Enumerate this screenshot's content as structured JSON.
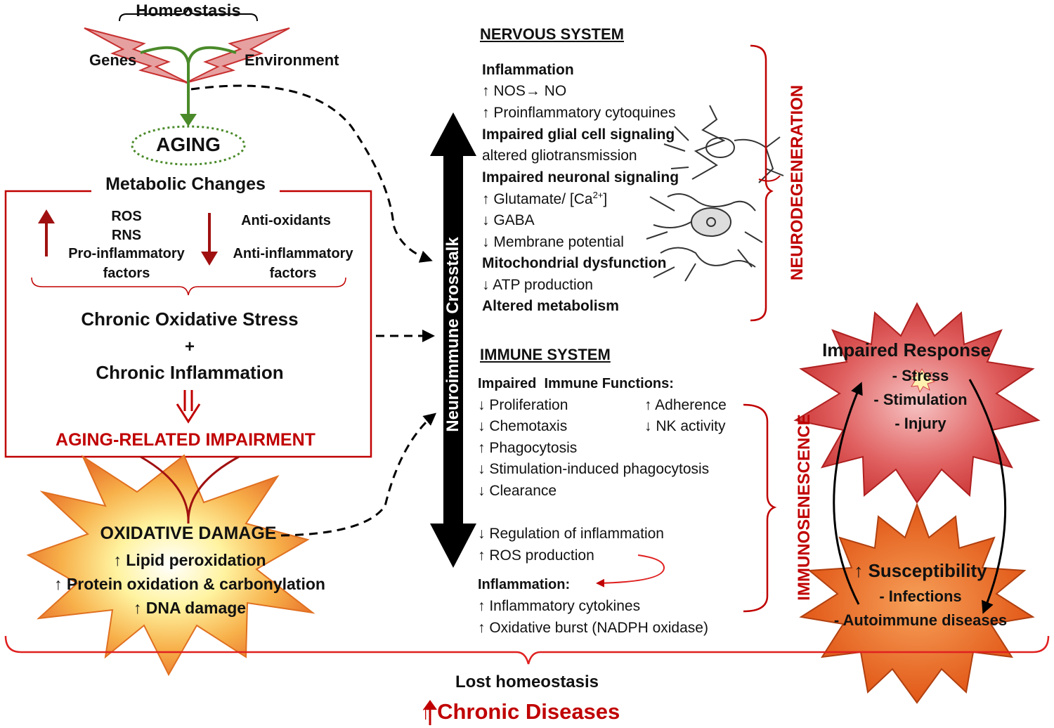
{
  "colors": {
    "accent_red": "#c00000",
    "green": "#4a8a2a",
    "starburst_orange": "#f08030",
    "star_red": "#d94c4c",
    "star_deep_orange": "#e55a1a",
    "black": "#000000"
  },
  "homeostasis": {
    "title": "Homeostasis",
    "genes": "Genes",
    "environment": "Environment",
    "aging": "AGING"
  },
  "metabolic": {
    "title": "Metabolic Changes",
    "up_items": [
      "ROS",
      "RNS",
      "Pro-inflammatory",
      "factors"
    ],
    "down_items": [
      "Anti-oxidants",
      "Anti-inflammatory",
      "factors"
    ],
    "stress": "Chronic Oxidative Stress",
    "plus": "+",
    "inflammation": "Chronic Inflammation",
    "impairment": "AGING-RELATED IMPAIRMENT"
  },
  "oxidative": {
    "title": "OXIDATIVE DAMAGE",
    "items": [
      "↑ Lipid peroxidation",
      "↑ Protein oxidation & carbonylation",
      "↑ DNA damage"
    ]
  },
  "crosstalk": {
    "label": "Neuroimmune Crosstalk"
  },
  "nervous": {
    "title": "NERVOUS SYSTEM",
    "lines": [
      "Inflammation",
      "↑ NOS→ NO",
      "↑ Proinflammatory cytoquines",
      "Impaired glial cell signaling",
      " altered gliotransmission",
      "Impaired neuronal signaling",
      "↑ Glutamate/ [Ca",
      "↓ GABA",
      "↓ Membrane potential",
      "Mitochondrial dysfunction",
      "↓ ATP production",
      "Altered metabolism"
    ],
    "ca_sup": "2+",
    "ca_close": "]",
    "side_label": "NEURODEGENERATION"
  },
  "immune": {
    "title": "IMMUNE SYSTEM",
    "header": "Impaired  Immune Functions:",
    "left": [
      "↓ Proliferation",
      "↓ Chemotaxis",
      "↑ Phagocytosis",
      "↓ Stimulation-induced phagocytosis",
      "↓ Clearance"
    ],
    "right": [
      "↑ Adherence",
      "↓ NK activity"
    ],
    "more": [
      "↓ Regulation of inflammation",
      "↑ ROS production"
    ],
    "inflammation_header": "Inflammation:",
    "inflammation": [
      "↑ Inflammatory cytokines",
      "↑ Oxidative burst (NADPH oxidase)"
    ],
    "side_label": "IMMUNOSENESCENCE"
  },
  "impaired_response": {
    "title": "Impaired Response",
    "items": [
      "- Stress",
      "- Stimulation",
      "- Injury"
    ]
  },
  "susceptibility": {
    "title": "↑ Susceptibility",
    "items": [
      "- Infections",
      "- Autoimmune diseases"
    ]
  },
  "footer": {
    "lost": "Lost homeostasis",
    "chronic": "↑ Chronic Diseases"
  }
}
